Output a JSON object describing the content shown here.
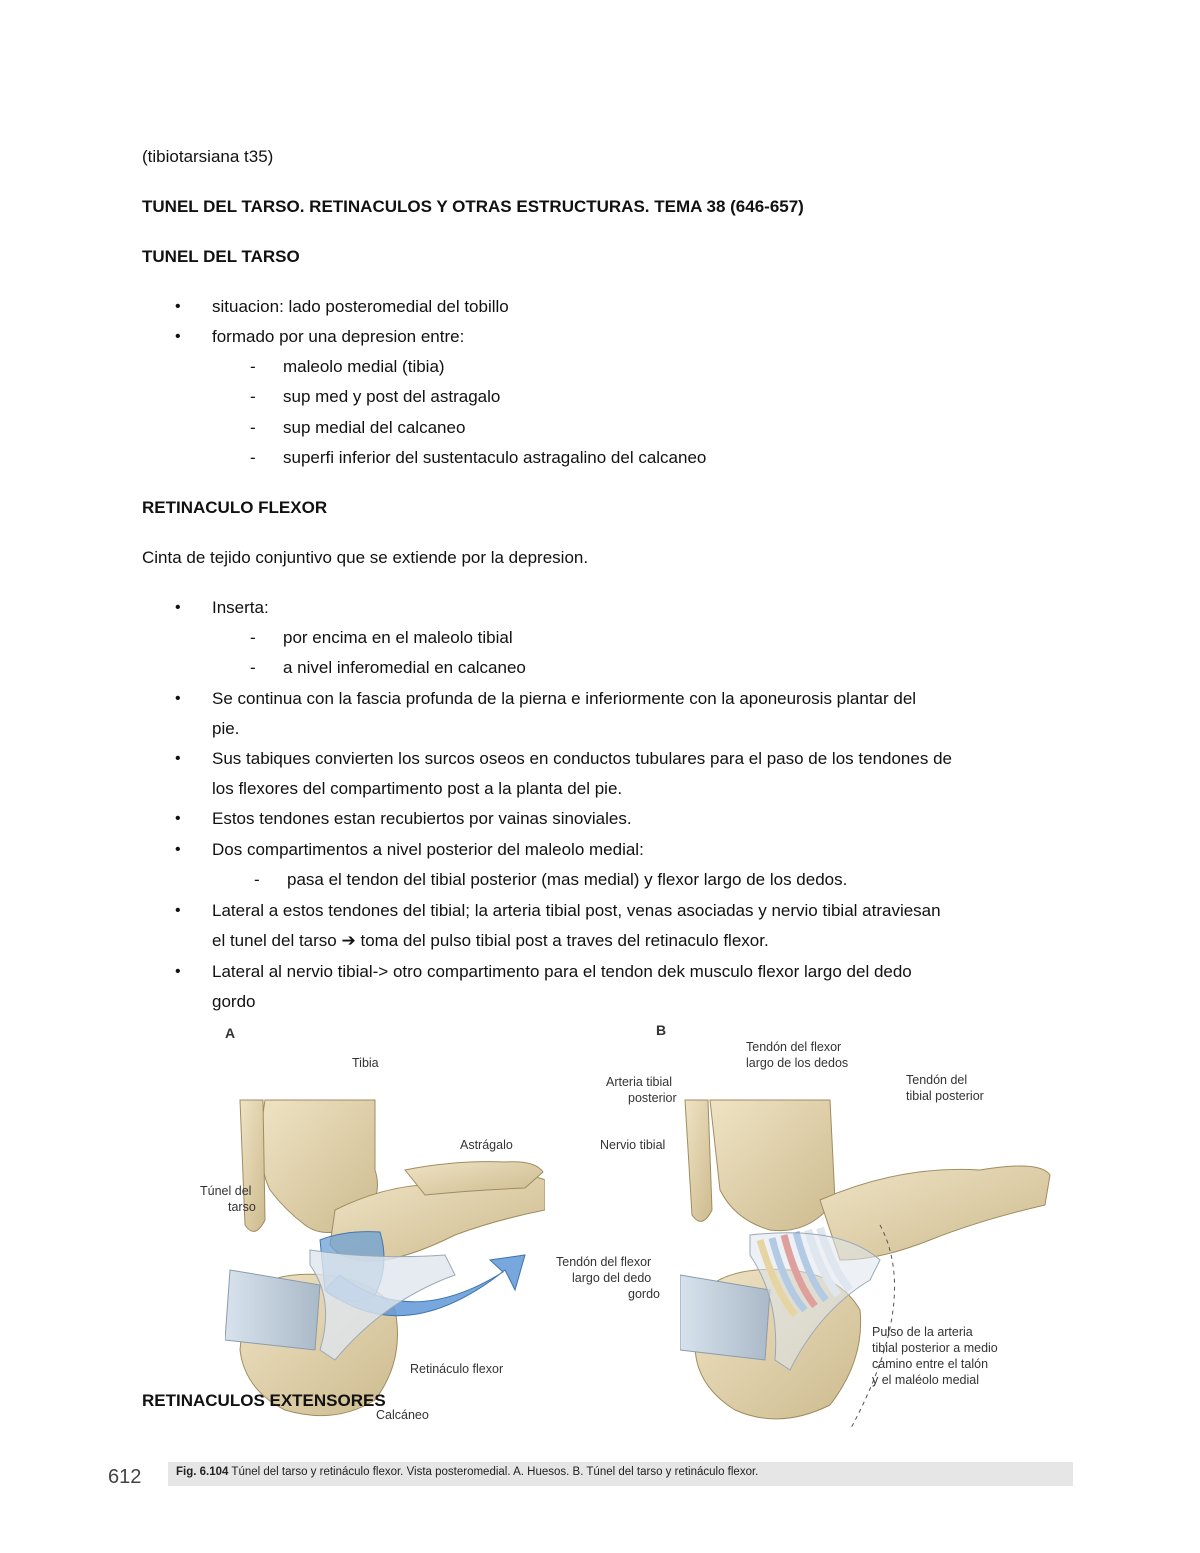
{
  "text": {
    "subtitle": "(tibiotarsiana t35)",
    "heading": "TUNEL DEL TARSO. RETINACULOS Y OTRAS ESTRUCTURAS. TEMA 38 (646-657)",
    "section1": "TUNEL DEL TARSO",
    "s1_bullets": [
      "situacion: lado posteromedial del tobillo",
      "formado por una depresion entre:"
    ],
    "s1_dashes": [
      "maleolo medial (tibia)",
      "sup med y post del astragalo",
      "sup medial del calcaneo",
      "superfi inferior del sustentaculo astragalino del calcaneo"
    ],
    "section2": "RETINACULO FLEXOR",
    "s2_intro": "Cinta de tejido conjuntivo que se extiende por la depresion.",
    "s2_b1": "Inserta:",
    "s2_b1_dashes": [
      "por encima en el maleolo tibial",
      "a nivel inferomedial en calcaneo"
    ],
    "s2_b2": [
      "Se continua con la fascia profunda de la pierna e inferiormente con la aponeurosis plantar del",
      "pie."
    ],
    "s2_b3": [
      "Sus tabiques convierten los surcos oseos en conductos tubulares para el paso de los tendones de",
      "los flexores del compartimento post a la planta del pie."
    ],
    "s2_b4": "Estos tendones estan recubiertos por vainas sinoviales.",
    "s2_b5": "Dos compartimentos a nivel posterior del maleolo medial:",
    "s2_b5_dash": "pasa el tendon del tibial posterior (mas medial) y flexor largo de los dedos.",
    "s2_b6_l1": "Lateral a estos tendones del tibial; la arteria tibial post, venas asociadas y nervio tibial atraviesan",
    "s2_b6_l2a": "el tunel del tarso",
    "s2_b6_arrow": "➔",
    "s2_b6_l2b": "toma del pulso tibial post a traves del retinaculo flexor.",
    "s2_b7": [
      "Lateral al nervio tibial-> otro compartimento para el tendon dek musculo flexor largo del dedo",
      "gordo"
    ],
    "section3": "RETINACULOS EXTENSORES"
  },
  "figure": {
    "letter_a": "A",
    "letter_b": "B",
    "labels_a": {
      "tibia": "Tibia",
      "astragalo": "Astrágalo",
      "tunel": [
        "Túnel del",
        "tarso"
      ],
      "retinaculo": "Retináculo flexor",
      "calcaneo": "Calcáneo"
    },
    "labels_b": {
      "flexor_dedos": [
        "Tendón del flexor",
        "largo de los dedos"
      ],
      "arteria": [
        "Arteria tibial",
        "posterior"
      ],
      "tibial_post": [
        "Tendón del",
        "tibial posterior"
      ],
      "nervio": "Nervio tibial",
      "flexor_gordo": [
        "Tendón del flexor",
        "largo del dedo",
        "gordo"
      ],
      "pulso": [
        "Pulso de la arteria",
        "tibial posterior a medio",
        "camino entre el talón",
        "y el maléolo medial"
      ]
    },
    "caption_bold": "Fig. 6.104",
    "caption": "Túnel del tarso y retináculo flexor. Vista posteromedial. A. Huesos. B. Túnel del tarso y retináculo flexor.",
    "page_number": "612"
  }
}
